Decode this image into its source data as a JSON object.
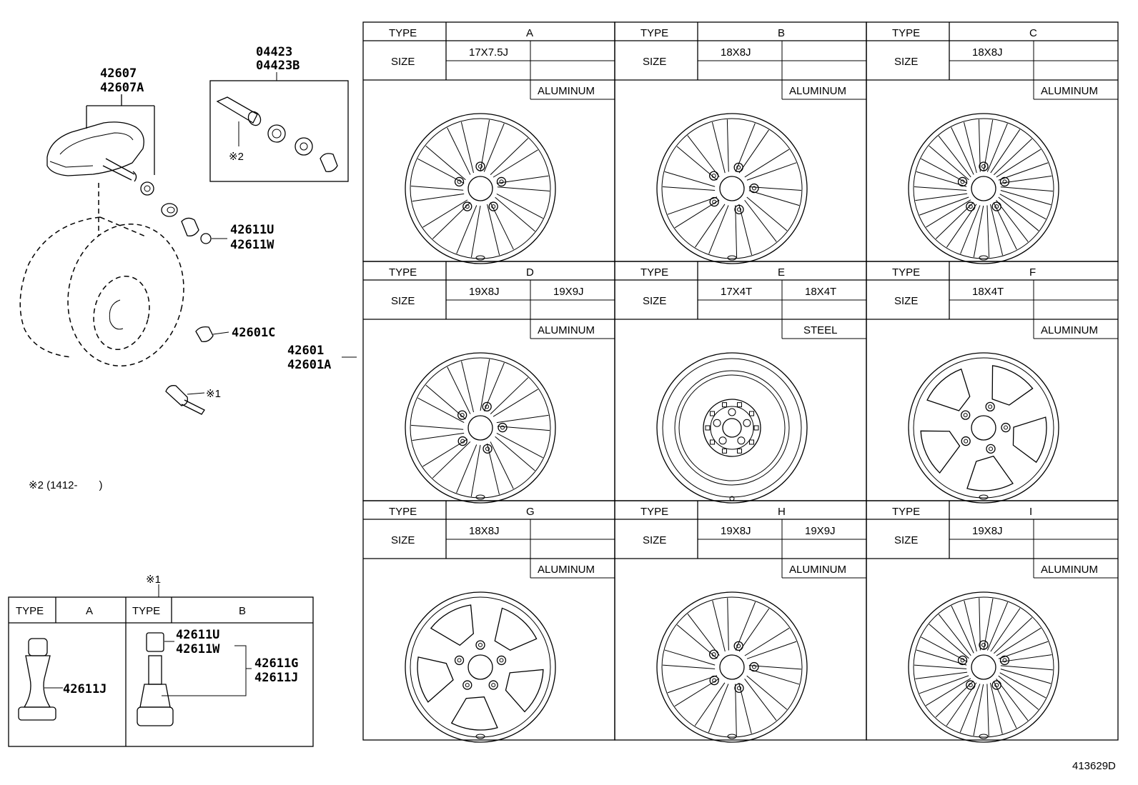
{
  "figure_id": "413629D",
  "left_labels": {
    "sensor_pn_1": "42607",
    "sensor_pn_2": "42607A",
    "grommet_pn_1": "04423",
    "grommet_pn_2": "04423B",
    "note2_mark": "※2",
    "valve_cap_pn_1": "42611U",
    "valve_cap_pn_2": "42611W",
    "cap_pn": "42601C",
    "note1_mark": "※1",
    "wheel_pn_1": "42601",
    "wheel_pn_2": "42601A",
    "note2_text": "※2 (1412-　　)"
  },
  "valve_table": {
    "note_mark": "※1",
    "type_label": "TYPE",
    "type_a": "A",
    "type_b": "B",
    "a_pn": "42611J",
    "b_pn_1": "42611U",
    "b_pn_2": "42611W",
    "b_pn_3": "42611G",
    "b_pn_4": "42611J"
  },
  "wheel_grid": {
    "type_label": "TYPE",
    "size_label": "SIZE",
    "cells": [
      {
        "type": "A",
        "size1": "17X7.5J",
        "size2": "",
        "material": "ALUMINUM"
      },
      {
        "type": "B",
        "size1": "18X8J",
        "size2": "",
        "material": "ALUMINUM"
      },
      {
        "type": "C",
        "size1": "18X8J",
        "size2": "",
        "material": "ALUMINUM"
      },
      {
        "type": "D",
        "size1": "19X8J",
        "size2": "19X9J",
        "material": "ALUMINUM"
      },
      {
        "type": "E",
        "size1": "17X4T",
        "size2": "18X4T",
        "material": "STEEL"
      },
      {
        "type": "F",
        "size1": "18X4T",
        "size2": "",
        "material": "ALUMINUM"
      },
      {
        "type": "G",
        "size1": "18X8J",
        "size2": "",
        "material": "ALUMINUM"
      },
      {
        "type": "H",
        "size1": "19X8J",
        "size2": "19X9J",
        "material": "ALUMINUM"
      },
      {
        "type": "I",
        "size1": "19X8J",
        "size2": "",
        "material": "ALUMINUM"
      }
    ]
  }
}
